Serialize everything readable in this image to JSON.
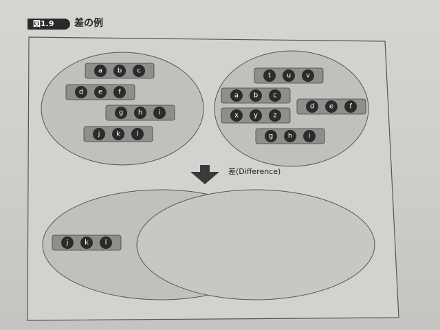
{
  "figure": {
    "number": "図1.9",
    "title": "差の例"
  },
  "operation_label": "差(Difference)",
  "set_a": [
    [
      "a",
      "b",
      "c"
    ],
    [
      "d",
      "e",
      "f"
    ],
    [
      "g",
      "h",
      "i"
    ],
    [
      "j",
      "k",
      "l"
    ]
  ],
  "set_b": [
    [
      "t",
      "u",
      "v"
    ],
    [
      "a",
      "b",
      "c"
    ],
    [
      "d",
      "e",
      "f"
    ],
    [
      "x",
      "y",
      "z"
    ],
    [
      "g",
      "h",
      "i"
    ]
  ],
  "result": [
    [
      "j",
      "k",
      "l"
    ]
  ],
  "colors": {
    "ellipse_fill": "#bdbcb8",
    "chip_fill": "#8f8e8b",
    "circle_fill": "#2b2b2b",
    "arrow": "#3a3a3a"
  }
}
